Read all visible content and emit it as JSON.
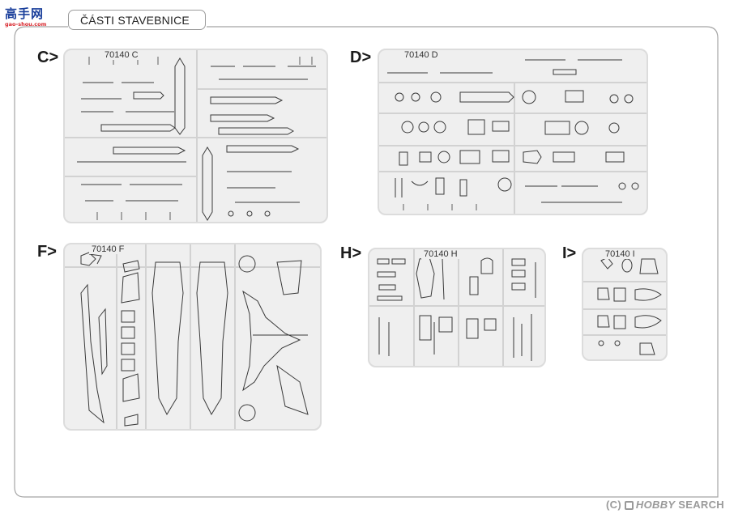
{
  "logo": {
    "cn_text": "高手网",
    "url_text": "gao-shou.com"
  },
  "header": {
    "title": "ČÁSTI STAVEBNICE"
  },
  "sections": [
    {
      "key": "C",
      "label": "C>",
      "code": "70140 C"
    },
    {
      "key": "D",
      "label": "D>",
      "code": "70140 D"
    },
    {
      "key": "F",
      "label": "F>",
      "code": "70140 F"
    },
    {
      "key": "H",
      "label": "H>",
      "code": "70140 H"
    },
    {
      "key": "I",
      "label": "I>",
      "code": "70140 I"
    }
  ],
  "footer": {
    "brand": "HOBBY",
    "suffix": "SEARCH",
    "copyright": "(C)"
  },
  "colors": {
    "sprue_fill": "#efefef",
    "sprue_border": "#dcdcdc",
    "part_stroke": "#3a3a3a",
    "logo_blue": "#1a3f9b",
    "logo_red": "#d8262c"
  }
}
